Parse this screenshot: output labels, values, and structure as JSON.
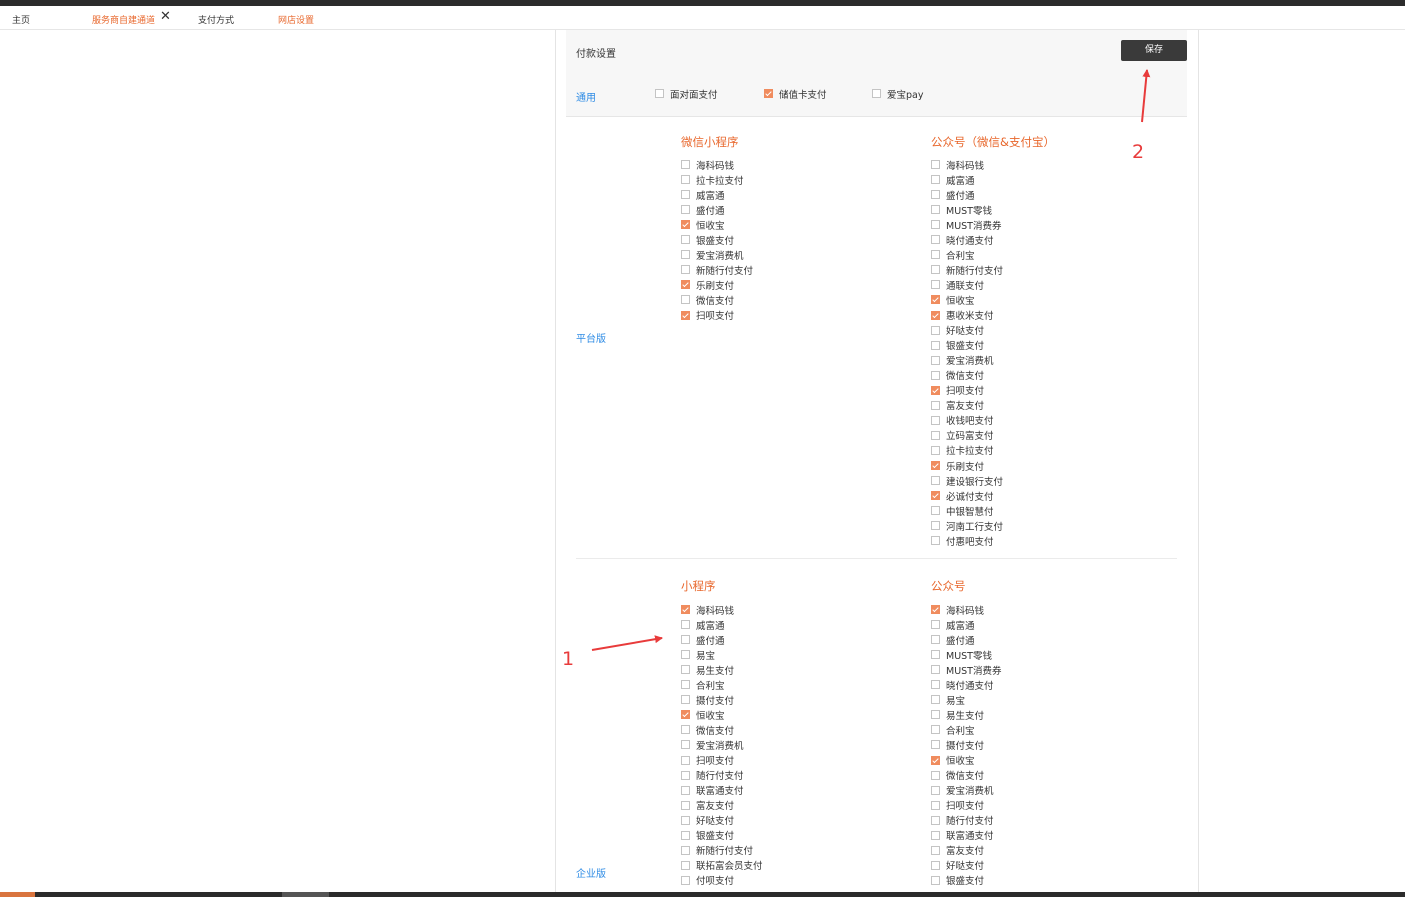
{
  "tabs": [
    {
      "label": "主页",
      "active": false
    },
    {
      "label": "服务商自建通道",
      "active": true,
      "closable": true
    },
    {
      "label": "支付方式",
      "active": false
    },
    {
      "label": "网店设置",
      "active": true
    }
  ],
  "panel": {
    "title": "付款设置",
    "save_label": "保存",
    "general": {
      "label": "通用",
      "options": [
        {
          "label": "面对面支付",
          "checked": false
        },
        {
          "label": "储值卡支付",
          "checked": true
        },
        {
          "label": "爱宝pay",
          "checked": false
        }
      ]
    },
    "platform": {
      "label": "平台版",
      "columns": [
        {
          "title": "微信小程序",
          "items": [
            {
              "label": "海科码钱",
              "checked": false
            },
            {
              "label": "拉卡拉支付",
              "checked": false
            },
            {
              "label": "威富通",
              "checked": false
            },
            {
              "label": "盛付通",
              "checked": false
            },
            {
              "label": "恒收宝",
              "checked": true
            },
            {
              "label": "银盛支付",
              "checked": false
            },
            {
              "label": "爱宝消费机",
              "checked": false
            },
            {
              "label": "新随行付支付",
              "checked": false
            },
            {
              "label": "乐刷支付",
              "checked": true
            },
            {
              "label": "微信支付",
              "checked": false
            },
            {
              "label": "扫呗支付",
              "checked": true
            }
          ]
        },
        {
          "title": "公众号（微信&支付宝）",
          "items": [
            {
              "label": "海科码钱",
              "checked": false
            },
            {
              "label": "威富通",
              "checked": false
            },
            {
              "label": "盛付通",
              "checked": false
            },
            {
              "label": "MUST零钱",
              "checked": false
            },
            {
              "label": "MUST消费券",
              "checked": false
            },
            {
              "label": "晓付通支付",
              "checked": false
            },
            {
              "label": "合利宝",
              "checked": false
            },
            {
              "label": "新随行付支付",
              "checked": false
            },
            {
              "label": "通联支付",
              "checked": false
            },
            {
              "label": "恒收宝",
              "checked": true
            },
            {
              "label": "惠收米支付",
              "checked": true
            },
            {
              "label": "好哒支付",
              "checked": false
            },
            {
              "label": "银盛支付",
              "checked": false
            },
            {
              "label": "爱宝消费机",
              "checked": false
            },
            {
              "label": "微信支付",
              "checked": false
            },
            {
              "label": "扫呗支付",
              "checked": true
            },
            {
              "label": "富友支付",
              "checked": false
            },
            {
              "label": "收钱吧支付",
              "checked": false
            },
            {
              "label": "立码富支付",
              "checked": false
            },
            {
              "label": "拉卡拉支付",
              "checked": false
            },
            {
              "label": "乐刷支付",
              "checked": true
            },
            {
              "label": "建设银行支付",
              "checked": false
            },
            {
              "label": "必诚付支付",
              "checked": true
            },
            {
              "label": "中银智慧付",
              "checked": false
            },
            {
              "label": "河南工行支付",
              "checked": false
            },
            {
              "label": "付惠吧支付",
              "checked": false
            }
          ]
        }
      ]
    },
    "enterprise": {
      "label": "企业版",
      "columns": [
        {
          "title": "小程序",
          "items": [
            {
              "label": "海科码钱",
              "checked": true
            },
            {
              "label": "威富通",
              "checked": false
            },
            {
              "label": "盛付通",
              "checked": false
            },
            {
              "label": "易宝",
              "checked": false
            },
            {
              "label": "易生支付",
              "checked": false
            },
            {
              "label": "合利宝",
              "checked": false
            },
            {
              "label": "摄付支付",
              "checked": false
            },
            {
              "label": "恒收宝",
              "checked": true
            },
            {
              "label": "微信支付",
              "checked": false
            },
            {
              "label": "爱宝消费机",
              "checked": false
            },
            {
              "label": "扫呗支付",
              "checked": false
            },
            {
              "label": "随行付支付",
              "checked": false
            },
            {
              "label": "联富通支付",
              "checked": false
            },
            {
              "label": "富友支付",
              "checked": false
            },
            {
              "label": "好哒支付",
              "checked": false
            },
            {
              "label": "银盛支付",
              "checked": false
            },
            {
              "label": "新随行付支付",
              "checked": false
            },
            {
              "label": "联拓富会员支付",
              "checked": false
            },
            {
              "label": "付呗支付",
              "checked": false
            }
          ]
        },
        {
          "title": "公众号",
          "items": [
            {
              "label": "海科码钱",
              "checked": true
            },
            {
              "label": "威富通",
              "checked": false
            },
            {
              "label": "盛付通",
              "checked": false
            },
            {
              "label": "MUST零钱",
              "checked": false
            },
            {
              "label": "MUST消费券",
              "checked": false
            },
            {
              "label": "晓付通支付",
              "checked": false
            },
            {
              "label": "易宝",
              "checked": false
            },
            {
              "label": "易生支付",
              "checked": false
            },
            {
              "label": "合利宝",
              "checked": false
            },
            {
              "label": "摄付支付",
              "checked": false
            },
            {
              "label": "恒收宝",
              "checked": true
            },
            {
              "label": "微信支付",
              "checked": false
            },
            {
              "label": "爱宝消费机",
              "checked": false
            },
            {
              "label": "扫呗支付",
              "checked": false
            },
            {
              "label": "随行付支付",
              "checked": false
            },
            {
              "label": "联富通支付",
              "checked": false
            },
            {
              "label": "富友支付",
              "checked": false
            },
            {
              "label": "好哒支付",
              "checked": false
            },
            {
              "label": "银盛支付",
              "checked": false
            }
          ]
        }
      ]
    }
  },
  "annotations": {
    "arrow1_label": "1",
    "arrow2_label": "2",
    "color": "#e83b3b"
  }
}
